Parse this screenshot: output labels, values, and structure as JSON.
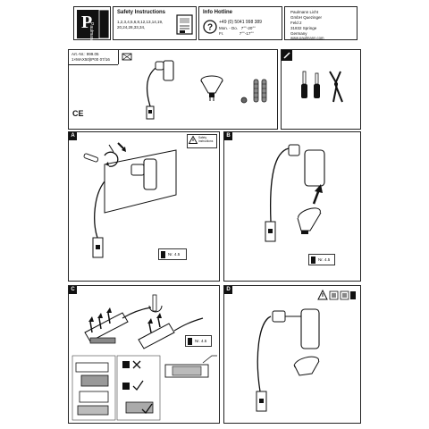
{
  "brand": {
    "logo_letter": "P",
    "logo_name": "Paulmann"
  },
  "safety": {
    "title": "Safety Instructions",
    "languages": "1,2,3,4,5,6,8,12,13,14,19,\n20,24,28,33,34,"
  },
  "hotline": {
    "title": "Info Hotline",
    "phone": "+49 (0) 5041 998 389",
    "hours_1": "Mon. - Do.   7°°-20°°",
    "hours_2": "Fr.              7°°-17°°"
  },
  "company": {
    "line1": "Paulmann Licht",
    "line2": "GmbH Quezinger",
    "line3": "Feld 2",
    "line4": "31832 Springe",
    "line5": "Germany",
    "web": "www.paulmann.com"
  },
  "article": {
    "line1": "Art.-Nr.: 999.05",
    "line2": "1×MAX50|IP00 07/16"
  },
  "marks": {
    "ce": "CE"
  },
  "steps": [
    {
      "letter": "A",
      "note": "Safety Instructions",
      "warn": "Nr. 4.5"
    },
    {
      "letter": "B",
      "warn": "Nr. 4.5"
    },
    {
      "letter": "C",
      "warn": "Nr. 4.5"
    },
    {
      "letter": "D"
    }
  ],
  "colors": {
    "ink": "#111111",
    "box": "#222222",
    "tag_bg": "#111111"
  },
  "icons": [
    "paulmann-logo",
    "safety-book-icon",
    "question-icon",
    "tools-icon",
    "lamp-icon",
    "bulb-icon",
    "screws-icon",
    "warning-icon",
    "ok-check-icon",
    "x-mark-icon"
  ]
}
